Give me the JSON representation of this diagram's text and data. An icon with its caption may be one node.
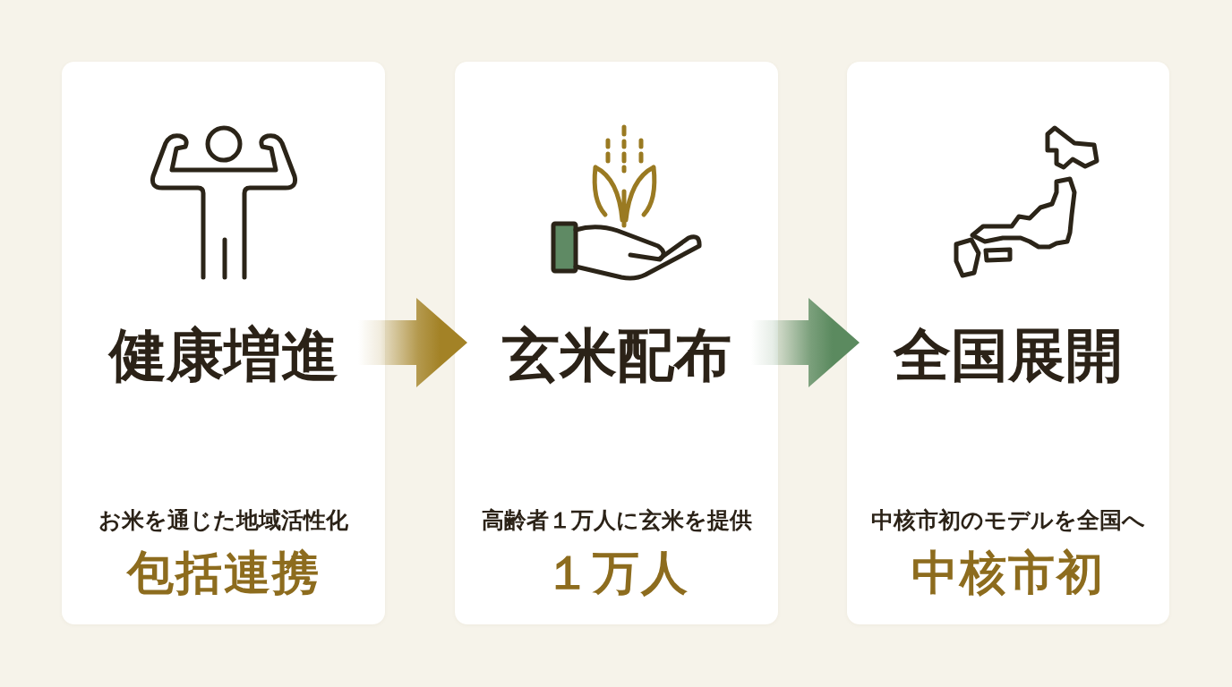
{
  "diagram": {
    "nodes": [
      {
        "text": [
          "健康増進",
          "お米を通じた地域活性化",
          "包括連携"
        ]
      },
      {
        "text": [
          "玄米配布",
          "高齢者１万人に玄米を提供",
          "１万人"
        ]
      },
      {
        "text": [
          "全国展開",
          "中核市初のモデルを全国へ",
          "中核市初"
        ]
      }
    ],
    "edges": [
      {
        "from": 0,
        "to": 1,
        "arrow": "to",
        "style": "thick",
        "color": "#a38226"
      },
      {
        "from": 1,
        "to": 2,
        "arrow": "to",
        "style": "thick",
        "color": "#5b8a5f"
      }
    ]
  }
}
